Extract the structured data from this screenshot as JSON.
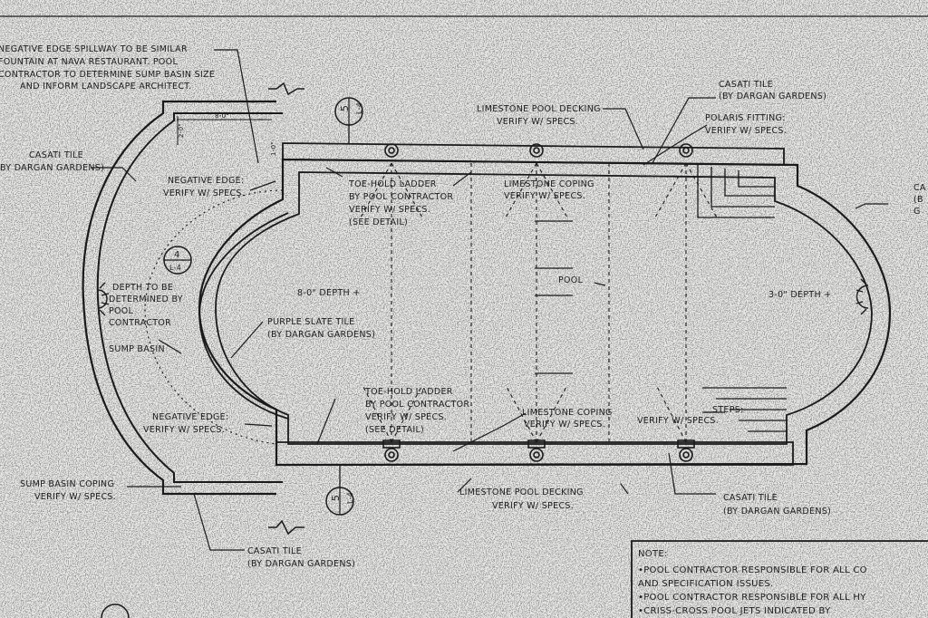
{
  "labels": {
    "spillway_1": "NEGATIVE EDGE SPILLWAY TO BE SIMILAR",
    "spillway_2": "FOUNTAIN AT NAVA RESTAURANT.  POOL",
    "spillway_3": "CONTRACTOR TO DETERMINE SUMP BASIN SIZE",
    "spillway_4": "AND INFORM LANDSCAPE ARCHITECT.",
    "casati_left_1": "CASATI TILE",
    "casati_left_2": "(BY DARGAN GARDENS)",
    "neg_edge_top_1": "NEGATIVE EDGE:",
    "neg_edge_top_2": "VERIFY W/ SPECS.",
    "depth_note_1": "DEPTH TO BE",
    "depth_note_2": "DETERMINED BY",
    "depth_note_3": "POOL",
    "depth_note_4": "CONTRACTOR",
    "sump_basin": "SUMP BASIN",
    "neg_edge_bot_1": "NEGATIVE EDGE:",
    "neg_edge_bot_2": "VERIFY W/ SPECS.",
    "sump_coping_1": "SUMP BASIN COPING",
    "sump_coping_2": "VERIFY W/ SPECS.",
    "casati_bottom_1": "CASATI TILE",
    "casati_bottom_2": "(BY DARGAN GARDENS)",
    "purple_slate_1": "PURPLE SLATE TILE",
    "purple_slate_2": "(BY DARGAN GARDENS)",
    "depth_8": "8-0\" DEPTH +",
    "depth_3": "3-0\" DEPTH +",
    "pool": "POOL",
    "ladder_top_1": "TOE-HOLD LADDER",
    "ladder_top_2": "BY POOL CONTRACTOR",
    "ladder_top_3": "VERIFY W/ SPECS.",
    "ladder_top_4": "(SEE DETAIL)",
    "ladder_bot_1": "TOE-HOLD LADDER",
    "ladder_bot_2": "BY POOL CONTRACTOR",
    "ladder_bot_3": "VERIFY W/ SPECS.",
    "ladder_bot_4": "(SEE DETAIL)",
    "coping_top_1": "LIMESTONE COPING",
    "coping_top_2": "VERIFY W/ SPECS.",
    "coping_bot_1": "LIMESTONE COPING",
    "coping_bot_2": "VERIFY W/ SPECS.",
    "decking_top_1": "LIMESTONE POOL DECKING",
    "decking_top_2": "VERIFY W/ SPECS.",
    "decking_bot_1": "LIMESTONE POOL DECKING",
    "decking_bot_2": "VERIFY W/ SPECS.",
    "casati_top_1": "CASATI TILE",
    "casati_top_2": "(BY DARGAN GARDENS)",
    "polaris_1": "POLARIS FITTING:",
    "polaris_2": "VERIFY W/ SPECS.",
    "casati_right_1": "CA",
    "casati_right_2": "(B",
    "casati_right_3": "G",
    "steps_1": "STEPS:",
    "steps_2": "VERIFY W/ SPECS.",
    "casati_br_1": "CASATI TILE",
    "casati_br_2": "(BY DARGAN GARDENS)",
    "dim_8": "8-0\"",
    "dim_2": "2-0\"",
    "dim_1": "1-0\""
  },
  "section_markers": [
    {
      "num": "5",
      "sheet": "L-4"
    },
    {
      "num": "4",
      "sheet": "L-4"
    },
    {
      "num": "5",
      "sheet": "L-4"
    }
  ],
  "note": {
    "title": "NOTE:",
    "lines": [
      "•POOL CONTRACTOR RESPONSIBLE FOR ALL CO",
      "AND SPECIFICATION ISSUES.",
      "•POOL CONTRACTOR RESPONSIBLE FOR ALL HY",
      "•CRISS-CROSS POOL JETS INDICATED BY"
    ]
  }
}
